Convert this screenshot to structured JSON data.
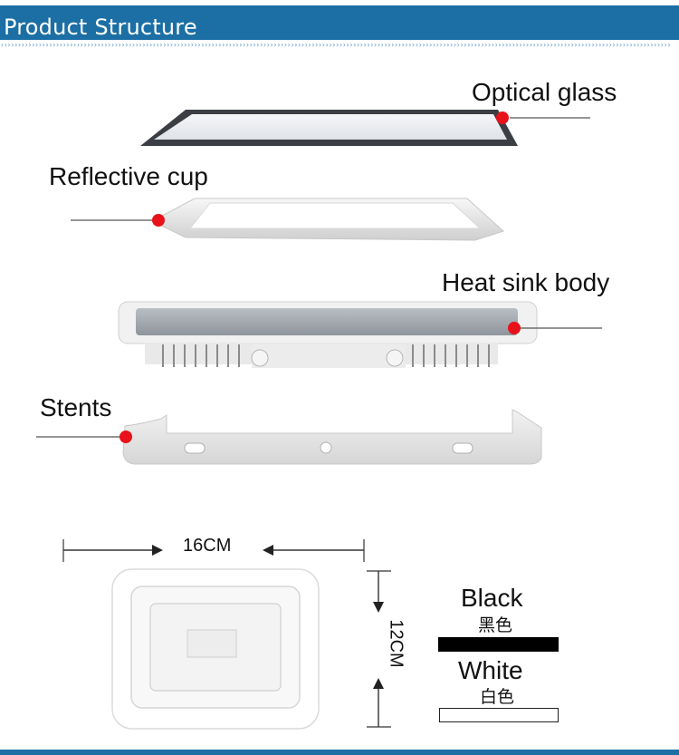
{
  "header": {
    "title": "Product Structure"
  },
  "parts": [
    {
      "label": "Optical glass"
    },
    {
      "label": "Reflective cup"
    },
    {
      "label": "Heat sink body"
    },
    {
      "label": "Stents"
    }
  ],
  "dimensions": {
    "width_label": "16CM",
    "height_label": "12CM"
  },
  "colors": [
    {
      "name": "Black",
      "name_cn": "黑色",
      "swatch": "#000000"
    },
    {
      "name": "White",
      "name_cn": "白色",
      "swatch": "#ffffff"
    }
  ],
  "accent": {
    "header_bar": "#1b6fa5",
    "marker_dot": "#e8121a",
    "chevron": "#5b93c2"
  },
  "icons": {
    "marker": "red-dot-marker",
    "arrow": "dimension-arrow"
  }
}
